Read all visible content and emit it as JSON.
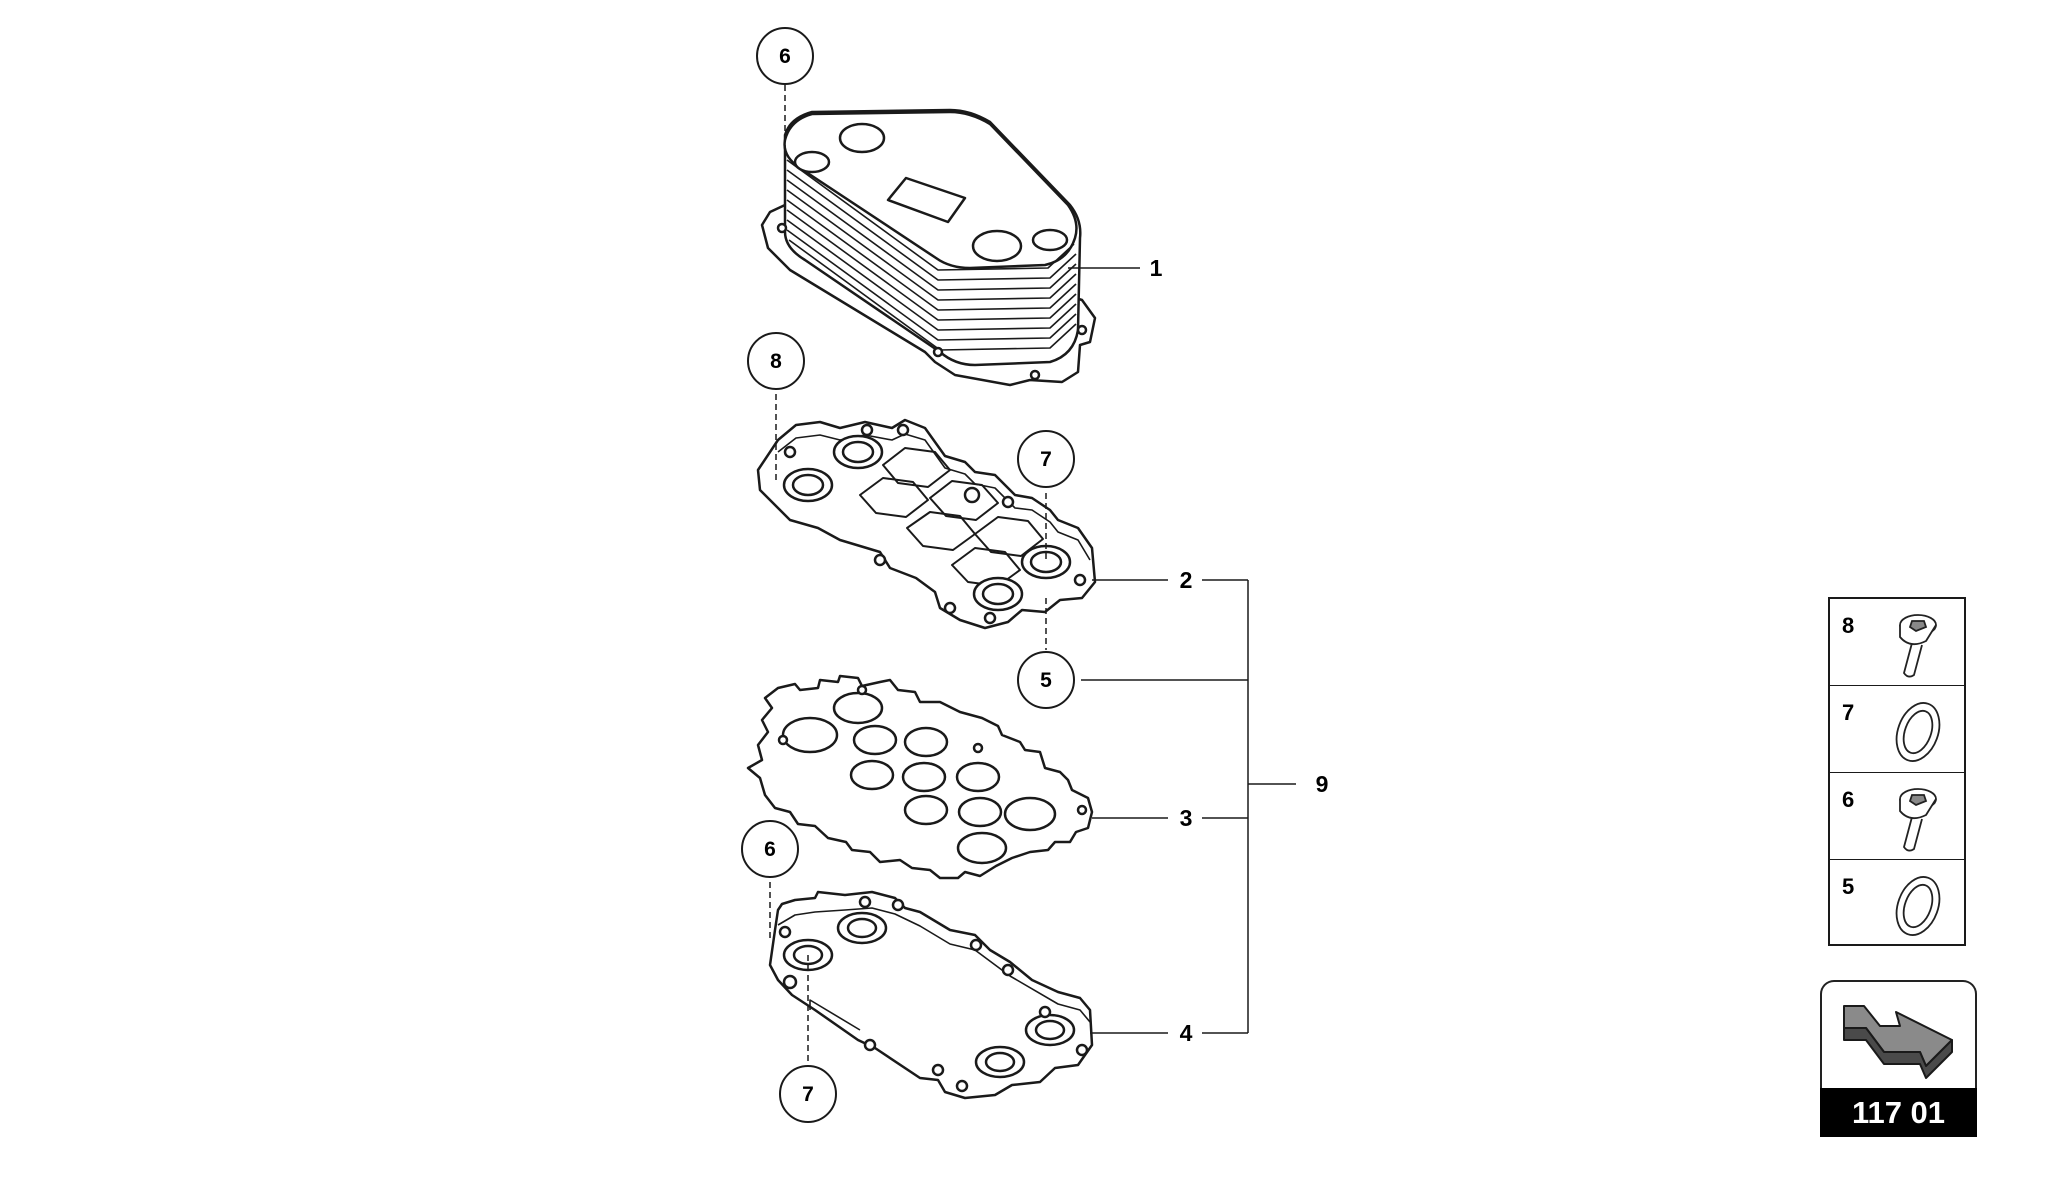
{
  "callouts": {
    "c1": "1",
    "c2": "2",
    "c3": "3",
    "c4": "4",
    "c9": "9"
  },
  "balloons": {
    "b6_top": "6",
    "b8": "8",
    "b7_mid": "7",
    "b5": "5",
    "b6_low": "6",
    "b7_bottom": "7"
  },
  "legend": {
    "items": [
      {
        "num": "8",
        "part": "bolt"
      },
      {
        "num": "7",
        "part": "seal-ring"
      },
      {
        "num": "6",
        "part": "bolt"
      },
      {
        "num": "5",
        "part": "seal-ring"
      }
    ]
  },
  "nav": {
    "page_code": "117 01",
    "icon": "arrow-right-icon"
  }
}
